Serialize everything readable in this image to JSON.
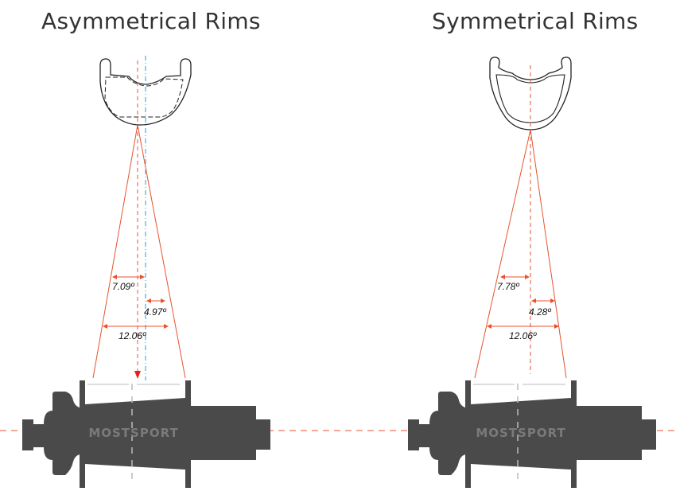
{
  "titles": {
    "left": "Asymmetrical Rims",
    "right": "Symmetrical Rims"
  },
  "left_diagram": {
    "angles": {
      "left": "7.09º",
      "right": "4.97º",
      "total": "12.06º"
    }
  },
  "right_diagram": {
    "angles": {
      "left": "7.78º",
      "right": "4.28º",
      "total": "12.06º"
    }
  },
  "watermark": "MOSTSPORT",
  "colors": {
    "hub": "#4a4a4a",
    "spoke_line": "#e8532f",
    "offset_line": "#1ea0d8",
    "rim": "#222222"
  }
}
